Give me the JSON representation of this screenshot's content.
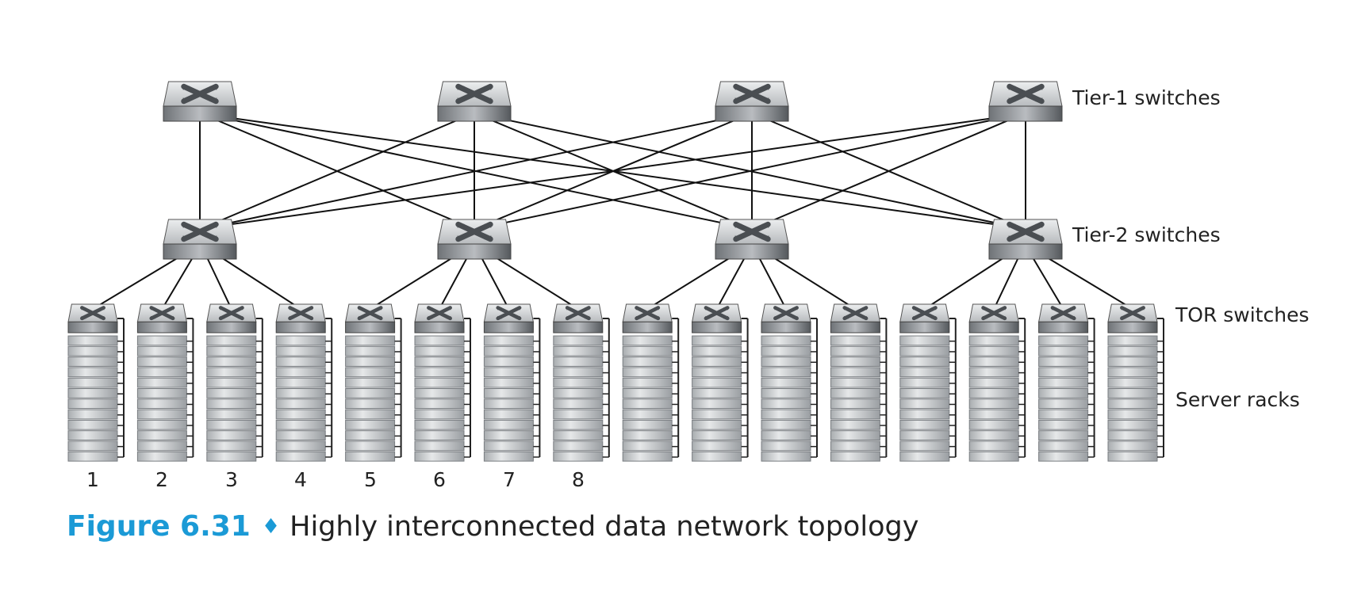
{
  "tiers": {
    "tier1_label": "Tier-1 switches",
    "tier2_label": "Tier-2 switches",
    "tor_label": "TOR switches",
    "racks_label": "Server racks"
  },
  "rack_numbers": [
    "1",
    "2",
    "3",
    "4",
    "5",
    "6",
    "7",
    "8"
  ],
  "topology": {
    "tier1_switch_count": 4,
    "tier2_switch_count": 4,
    "tor_switch_count": 16,
    "tor_per_tier2": 4,
    "servers_per_rack": 12,
    "tier1_to_tier2": "full-mesh"
  },
  "caption": {
    "figure_number": "Figure 6.31",
    "separator": "♦",
    "text": "Highly interconnected data network topology"
  },
  "colors": {
    "caption_accent": "#1b9ad6",
    "link": "#111111",
    "switch_top": "#d4d6d8",
    "switch_front": "#8a8e92",
    "server": "#c9cccf"
  }
}
